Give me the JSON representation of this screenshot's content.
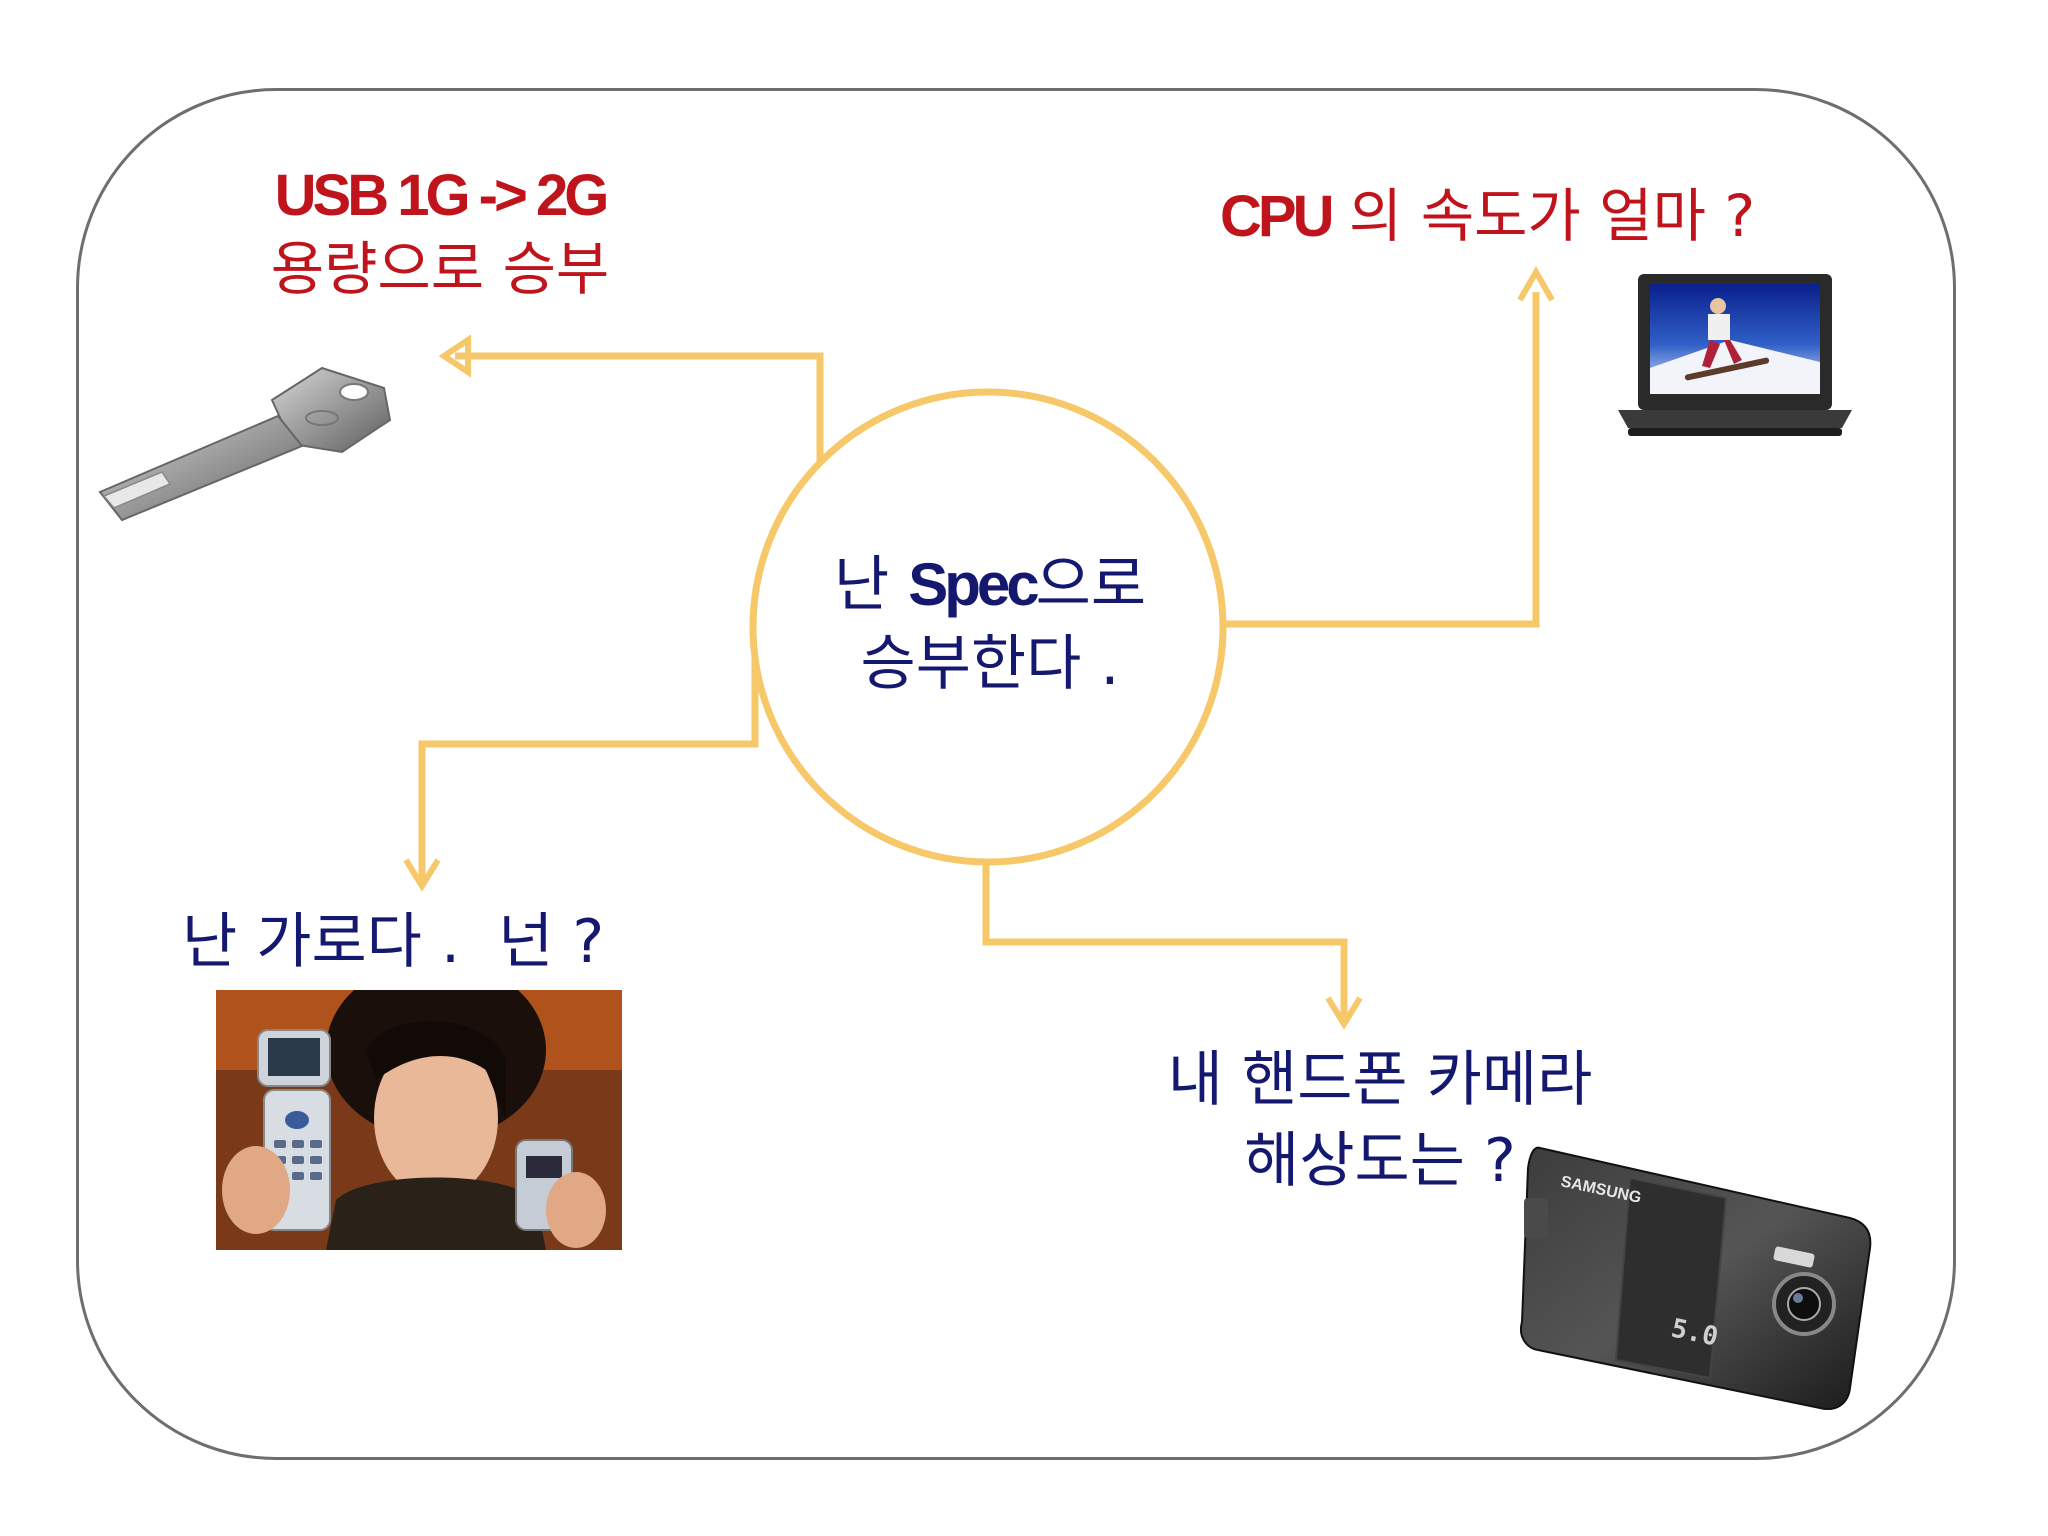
{
  "center": {
    "line1_prefix": "난",
    "line1_em": "Spec",
    "line1_suffix": "으로",
    "line2": "승부한다 ."
  },
  "usb": {
    "line1": "USB 1G -> 2G",
    "line2": "용량으로 승부"
  },
  "cpu": {
    "em": "CPU",
    "rest": "의 속도가 얼마 ?"
  },
  "wide": {
    "text": "난 가로다 .  넌 ?"
  },
  "camera": {
    "line1": "내 핸드폰 카메라",
    "line2": "해상도는 ?"
  },
  "camera_brand": "SAMSUNG",
  "camera_megapixel": "5.0",
  "colors": {
    "connector": "#f7c86a",
    "accent_red": "#c0141c",
    "text_navy": "#14186e",
    "frame": "#6e6e6e"
  },
  "icons": [
    "usb-key-icon",
    "laptop-icon",
    "flip-phone-photo-icon",
    "camera-phone-icon"
  ]
}
